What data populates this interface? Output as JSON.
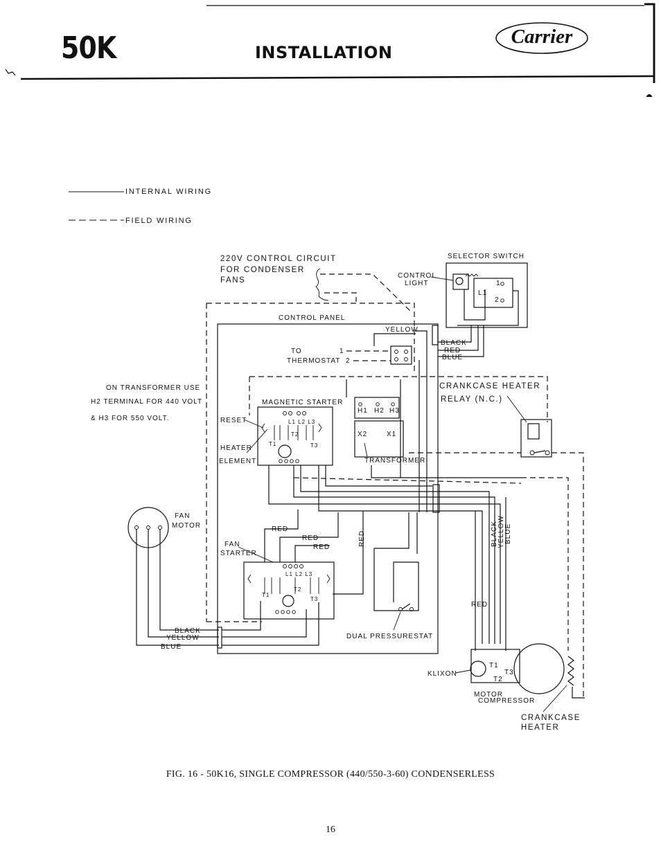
{
  "header": {
    "model": "50K",
    "title": "INSTALLATION",
    "brand": "Carrier"
  },
  "legend": {
    "internal": "INTERNAL   WIRING",
    "field": "FIELD   WIRING"
  },
  "labels": {
    "control_circuit_1": "220V  CONTROL  CIRCUIT",
    "control_circuit_2": "FOR  CONDENSER",
    "control_circuit_3": "FANS",
    "selector_switch": "SELECTOR  SWITCH",
    "control_light_1": "CONTROL",
    "control_light_2": "LIGHT",
    "control_panel": "CONTROL  PANEL",
    "yellow": "YELLOW",
    "black": "BLACK",
    "red": "RED",
    "blue": "BLUE",
    "to": "TO",
    "thermostat": "THERMOSTAT",
    "term_1": "1",
    "term_2": "2",
    "transformer_note_1": "ON TRANSFORMER  USE",
    "transformer_note_2": "H2  TERMINAL  FOR 440  VOLT",
    "transformer_note_3": "& H3   FOR  550   VOLT.",
    "magnetic_starter": "MAGNETIC  STARTER",
    "reset": "RESET",
    "heater": "HEATER",
    "element": "ELEMENT",
    "h1": "H1",
    "h2": "H2",
    "h3": "H3",
    "x1": "X1",
    "x2": "X2",
    "transformer": "TRANSFORMER",
    "crankcase_heater_relay_1": "CRANKCASE  HEATER",
    "crankcase_heater_relay_2": "RELAY  (N.C.)",
    "fan_motor_1": "FAN",
    "fan_motor_2": "MOTOR",
    "fan_starter_1": "FAN",
    "fan_starter_2": "STARTER",
    "red_vertical": "RED",
    "black_vertical": "BLACK",
    "yellow_vertical": "YELLOW",
    "blue_vertical": "BLUE",
    "wire_black": "BLACK",
    "wire_yellow": "YELLOW",
    "wire_blue": "BLUE",
    "dual_pressurestat": "DUAL  PRESSURESTAT",
    "klixon": "KLIXON",
    "t1": "T1",
    "t2": "T2",
    "t3": "T3",
    "motor_compressor_1": "MOTOR",
    "motor_compressor_2": "COMPRESSOR",
    "crankcase_heater_1": "CRANKCASE",
    "crankcase_heater_2": "HEATER"
  },
  "caption": "FIG. 16 - 50K16, SINGLE COMPRESSOR (440/550-3-60) CONDENSERLESS",
  "page_number": "16"
}
